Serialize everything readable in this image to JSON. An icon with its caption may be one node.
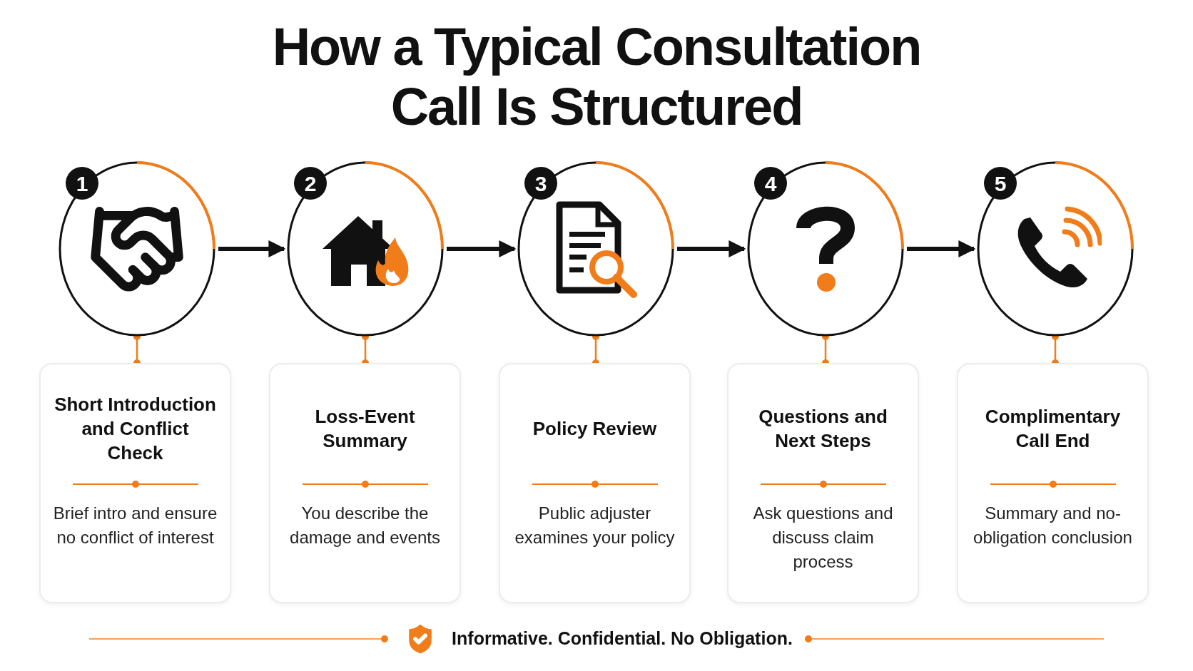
{
  "diagram": {
    "title": "How a Typical **Consultation Call** Is Structured",
    "nodes": [
      {
        "text": [
          "1"
        ]
      },
      {
        "text": [
          "2"
        ]
      },
      {
        "text": [
          "3"
        ]
      },
      {
        "text": [
          "4"
        ]
      },
      {
        "text": [
          "5"
        ]
      },
      {
        "text": [
          "Short Introduction and Conflict Check",
          "Brief intro and ensure no conflict of interest"
        ]
      },
      {
        "text": [
          "Loss-Event Summary",
          "You describe the damage and events"
        ]
      },
      {
        "text": [
          "Policy Review",
          "Public adjuster examines your policy"
        ]
      },
      {
        "text": [
          "Questions and Next Steps",
          "Ask questions and discuss claim process"
        ]
      },
      {
        "text": [
          "Complimentary Call End",
          "Summary and no-obligation conclusion"
        ]
      }
    ],
    "edges": [
      {
        "from": 0,
        "to": 1,
        "arrow": "to",
        "style": "thick",
        "color": "#111111"
      },
      {
        "from": 1,
        "to": 2,
        "arrow": "to",
        "style": "thick",
        "color": "#111111"
      },
      {
        "from": 2,
        "to": 3,
        "arrow": "to",
        "style": "thick",
        "color": "#111111"
      },
      {
        "from": 3,
        "to": 4,
        "arrow": "to",
        "style": "thick",
        "color": "#111111"
      },
      {
        "from": 0,
        "to": 5,
        "arrow": "other",
        "color": "#f07c1a"
      },
      {
        "from": 1,
        "to": 6,
        "arrow": "other",
        "color": "#f07c1a"
      },
      {
        "from": 2,
        "to": 7,
        "arrow": "other",
        "color": "#f07c1a"
      },
      {
        "from": 3,
        "to": 8,
        "arrow": "other",
        "color": "#f07c1a"
      },
      {
        "from": 4,
        "to": 9,
        "arrow": "other",
        "color": "#f07c1a"
      }
    ],
    "labels": [
      "Informative. Confidential. No Obligation."
    ]
  }
}
